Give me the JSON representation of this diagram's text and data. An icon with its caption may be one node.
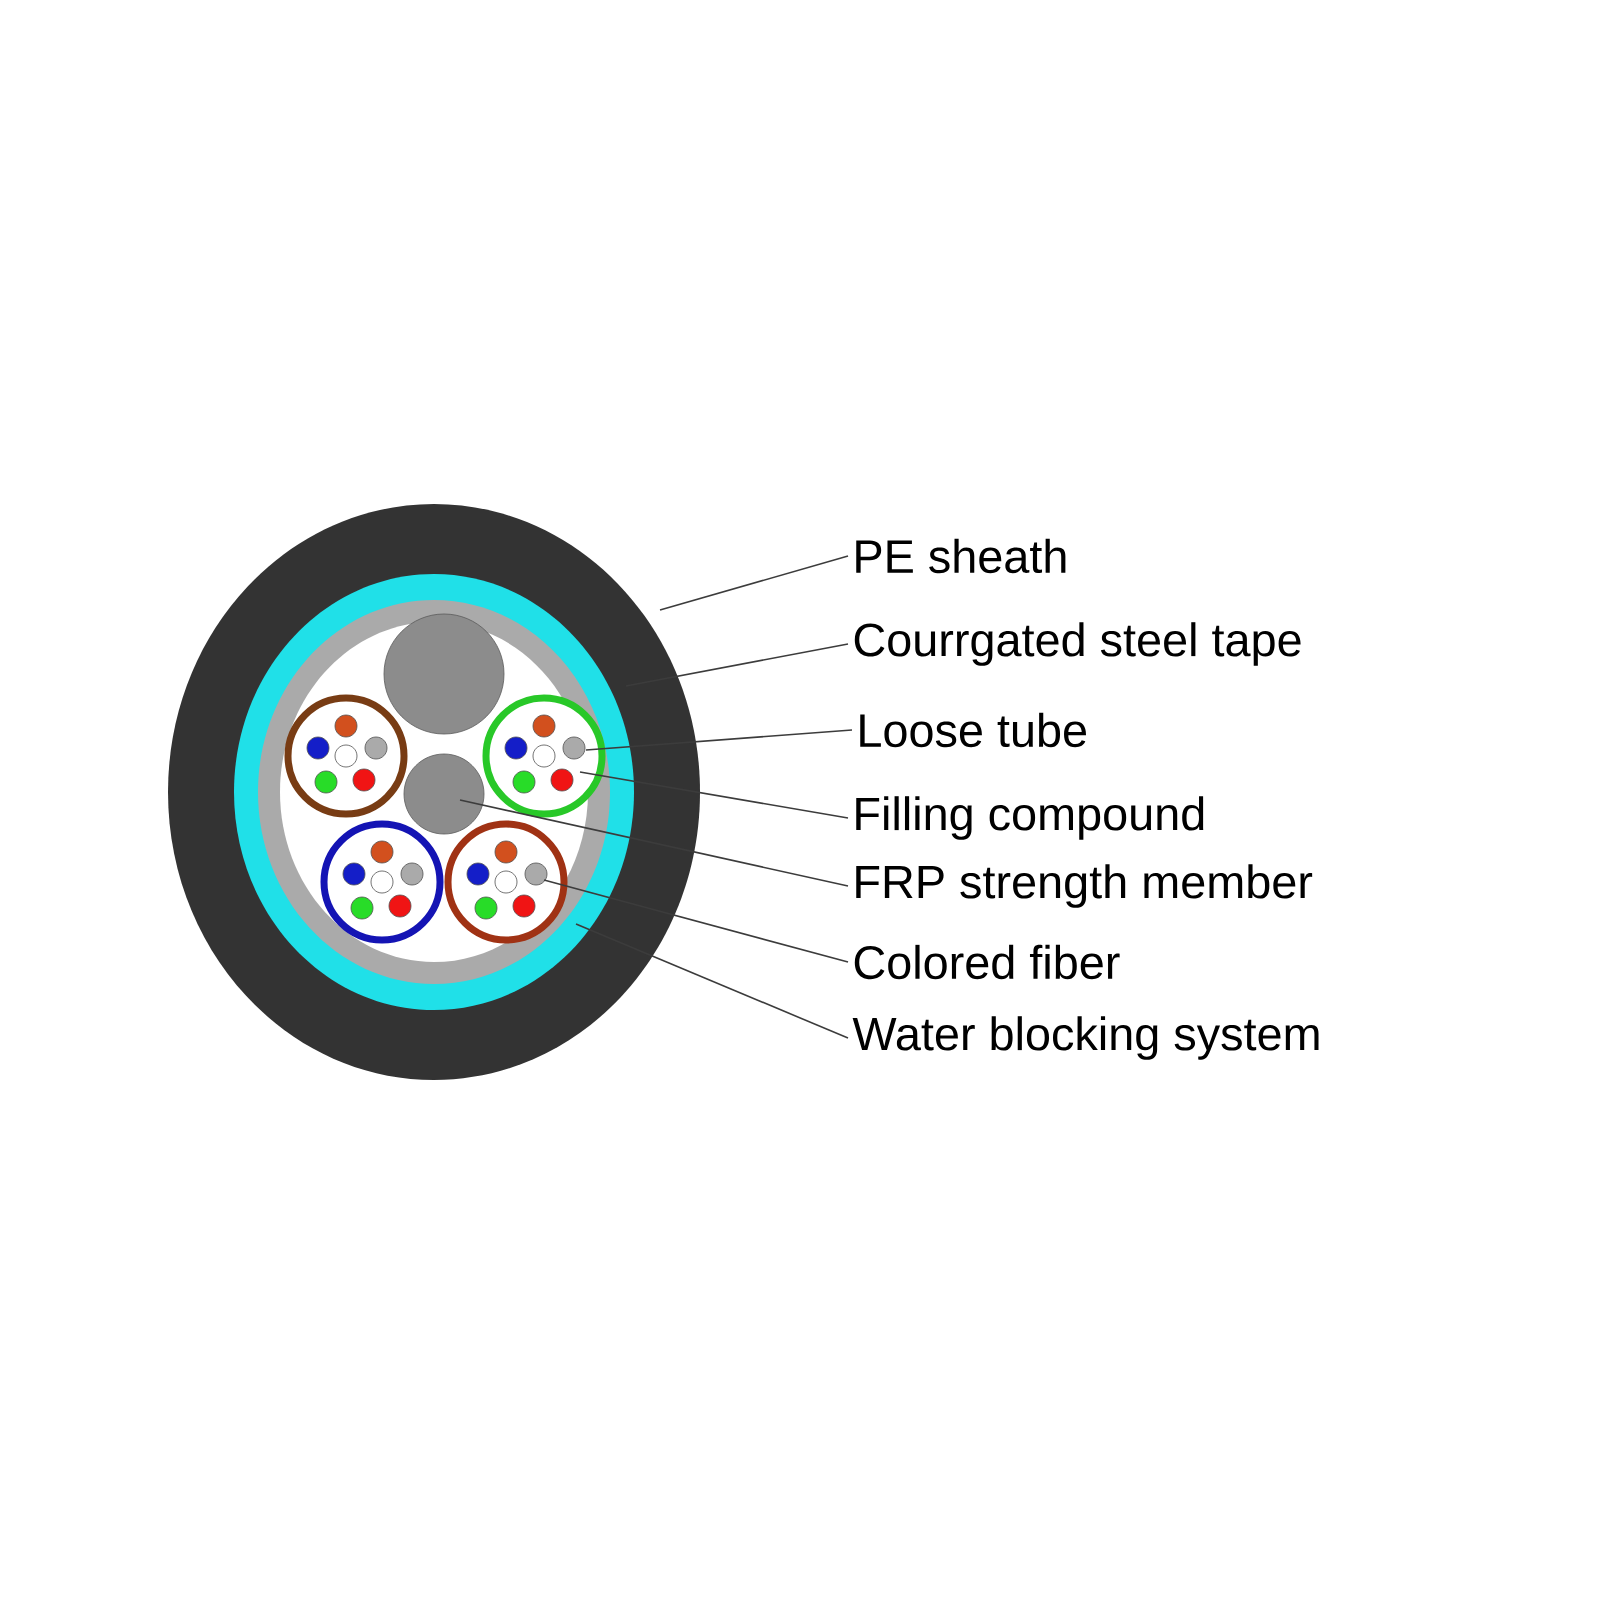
{
  "diagram": {
    "nodes": [
      {
        "text": [
          "PE sheath"
        ]
      },
      {
        "text": [
          "Courrgated steel tape"
        ]
      },
      {
        "text": [
          "Loose tube"
        ]
      },
      {
        "text": [
          "Filling compound"
        ]
      },
      {
        "text": [
          "FRP strength member"
        ]
      },
      {
        "text": [
          "Colored fiber"
        ]
      },
      {
        "text": [
          "Water blocking system"
        ]
      }
    ],
    "edges": [
      {
        "from": 0,
        "to": null,
        "arrow": "none"
      },
      {
        "from": 1,
        "to": null,
        "arrow": "none"
      },
      {
        "from": 2,
        "to": null,
        "arrow": "none"
      },
      {
        "from": 3,
        "to": null,
        "arrow": "none"
      },
      {
        "from": 4,
        "to": null,
        "arrow": "none"
      },
      {
        "from": 5,
        "to": null,
        "arrow": "none"
      },
      {
        "from": 6,
        "to": null,
        "arrow": "none"
      }
    ]
  }
}
